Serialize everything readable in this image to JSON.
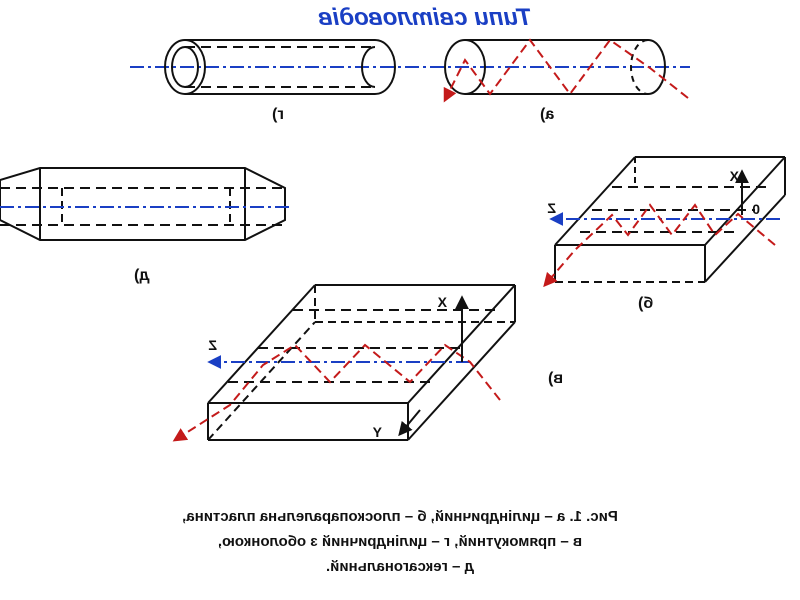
{
  "title": "Типи світловодів",
  "figure_labels": {
    "a": "а)",
    "b": "б)",
    "v": "в)",
    "g": "г)",
    "d": "д)"
  },
  "axes": {
    "x": "X",
    "y": "Y",
    "z": "Z",
    "origin": "0"
  },
  "caption": {
    "line1": "Рис. 1. а – циліндричний, б – плоскопаралельна пластина,",
    "line2": "в – прямокутний,  г – циліндричний з оболонкою,",
    "line3": "д – гексагональний."
  },
  "colors": {
    "title": "#1a3fc4",
    "optical_axis": "#1a3fc4",
    "ray": "#c41a1a",
    "outline": "#111111"
  }
}
